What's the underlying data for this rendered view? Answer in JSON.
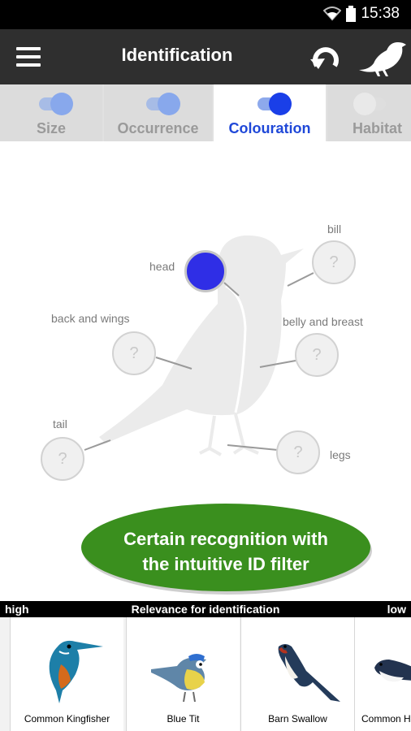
{
  "status_bar": {
    "time": "15:38",
    "icons": [
      "wifi-icon",
      "battery-icon"
    ]
  },
  "app_bar": {
    "title": "Identification",
    "menu_icon": "hamburger-icon",
    "undo_icon": "undo-icon",
    "bird_icon": "bird-icon"
  },
  "tabs": [
    {
      "label": "Size",
      "enabled": true,
      "active": false
    },
    {
      "label": "Occurrence",
      "enabled": true,
      "active": false
    },
    {
      "label": "Colouration",
      "enabled": true,
      "active": true
    },
    {
      "label": "Habitat",
      "enabled": false,
      "active": false
    }
  ],
  "body_parts": {
    "head": {
      "label": "head",
      "value": "",
      "selected_color": "#2f2ee6"
    },
    "bill": {
      "label": "bill",
      "value": "?"
    },
    "back_and_wings": {
      "label": "back and wings",
      "value": "?"
    },
    "belly_and_breast": {
      "label": "belly and breast",
      "value": "?"
    },
    "tail": {
      "label": "tail",
      "value": "?"
    },
    "legs": {
      "label": "legs",
      "value": "?"
    }
  },
  "promo": {
    "line1": "Certain recognition with",
    "line2": "the intuitive ID filter",
    "color": "#3a8f1e"
  },
  "relevance": {
    "high": "high",
    "title": "Relevance for identification",
    "low": "low"
  },
  "results": [
    {
      "name": "Common Kingfisher"
    },
    {
      "name": "Blue Tit"
    },
    {
      "name": "Barn Swallow"
    },
    {
      "name": "Common H"
    }
  ],
  "colors": {
    "accent": "#1f48d8",
    "appbar": "#2f2f2f"
  }
}
